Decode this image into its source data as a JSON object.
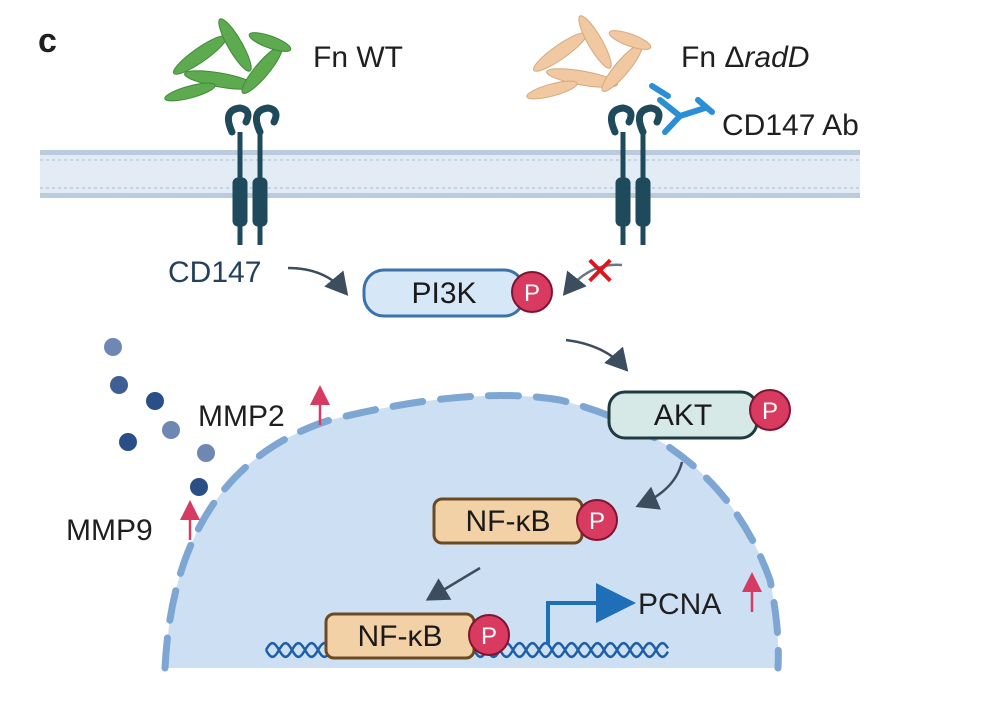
{
  "panel_letter": "c",
  "labels": {
    "fn_wt": "Fn WT",
    "fn_radd_prefix": "Fn Δ",
    "fn_radd_italic": "radD",
    "cd147_ab": "CD147 Ab",
    "cd147": "CD147",
    "mmp2": "MMP2",
    "mmp9": "MMP9",
    "pcna": "PCNA"
  },
  "nodes": {
    "pi3k": "PI3K",
    "akt": "AKT",
    "nfkb": "NF-κB",
    "nfkb_nuclear": "NF-κB",
    "phospho": "P"
  },
  "symbols": {
    "up_arrow": "↑",
    "block": "✕"
  },
  "colors": {
    "wt_bacteria": "#5daa4f",
    "radd_bacteria": "#f0c8a2",
    "receptor": "#1e4a5c",
    "antibody": "#2a8fd6",
    "membrane": "#c7d7e6",
    "nucleus_fill": "#cde0f3",
    "nucleus_border": "#7ea6d2",
    "pi3k_fill": "#d6e8f8",
    "akt_fill": "#d7e9e6",
    "nfkb_fill": "#f3d1a6",
    "phospho_fill": "#d93a5f",
    "up_arrow": "#d63b63",
    "block_x": "#e0141a",
    "pcna_arrow": "#1f6fb8",
    "dna": "#1d5ea8"
  }
}
